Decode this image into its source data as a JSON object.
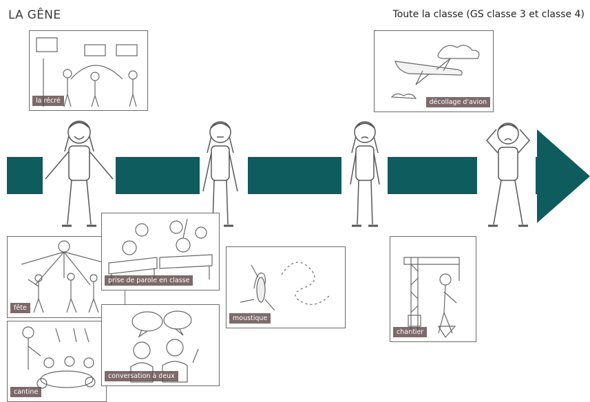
{
  "header": {
    "title": "LA GÊNE",
    "subtitle": "Toute la classe (GS classe 3 et classe 4)"
  },
  "colors": {
    "arrow": "#0f5c5e",
    "tag_bg": "#584040"
  },
  "cards": {
    "recre": "la récré",
    "avion": "décollage d'avion",
    "fete": "fête",
    "parole": "prise de parole en classe",
    "moustique": "moustique",
    "chantier": "chantier",
    "cantine": "cantine",
    "conversation": "conversation à deux"
  }
}
